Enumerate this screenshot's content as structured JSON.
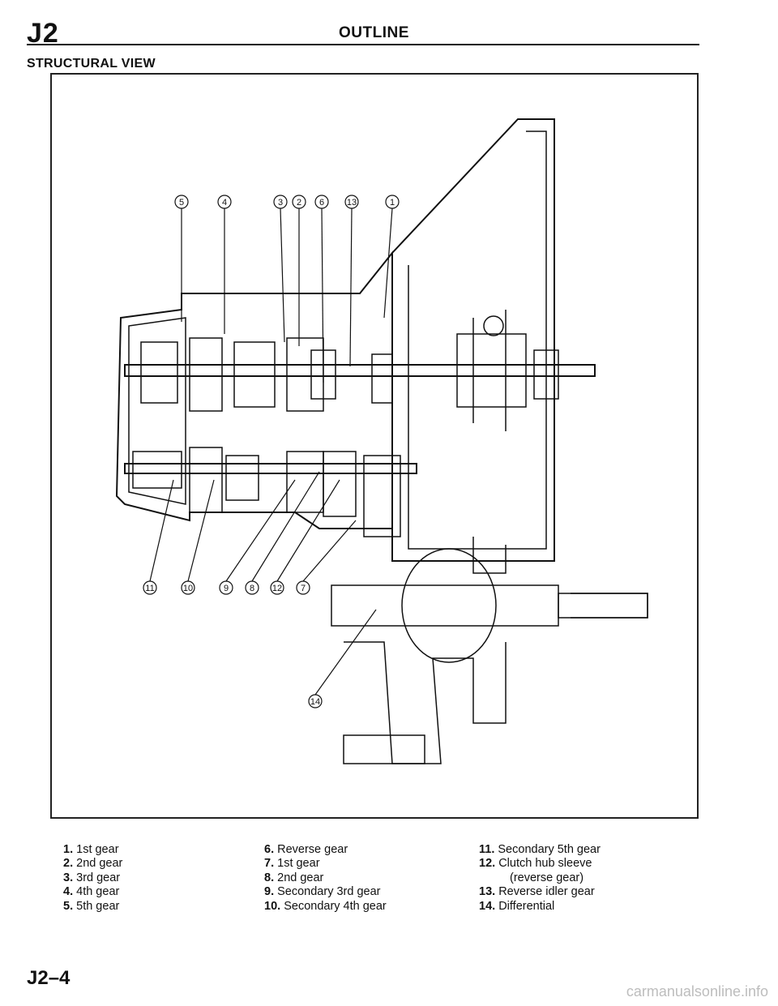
{
  "header": {
    "section_code": "J2",
    "title": "OUTLINE"
  },
  "view_title": "STRUCTURAL VIEW",
  "figure": {
    "callouts_top": [
      "5",
      "4",
      "3",
      "2",
      "6",
      "13",
      "1"
    ],
    "callouts_bottom": [
      "11",
      "10",
      "9",
      "8",
      "12",
      "7"
    ],
    "callout_extra": "14"
  },
  "legend": {
    "items": [
      {
        "num": "1.",
        "label": "1st gear"
      },
      {
        "num": "2.",
        "label": "2nd gear"
      },
      {
        "num": "3.",
        "label": "3rd gear"
      },
      {
        "num": "4.",
        "label": "4th gear"
      },
      {
        "num": "5.",
        "label": "5th gear"
      },
      {
        "num": "6.",
        "label": "Reverse gear"
      },
      {
        "num": "7.",
        "label": "1st gear"
      },
      {
        "num": "8.",
        "label": "2nd gear"
      },
      {
        "num": "9.",
        "label": "Secondary 3rd gear"
      },
      {
        "num": "10.",
        "label": "Secondary 4th gear"
      },
      {
        "num": "11.",
        "label": "Secondary 5th gear"
      },
      {
        "num": "12.",
        "label": "Clutch hub sleeve"
      },
      {
        "num": "13.",
        "label": "Reverse idler gear"
      },
      {
        "num": "14.",
        "label": "Differential"
      }
    ],
    "item_12_continuation": "(reverse gear)"
  },
  "footer": {
    "page_number": "J2–4",
    "watermark": "carmanualsonline.info"
  }
}
